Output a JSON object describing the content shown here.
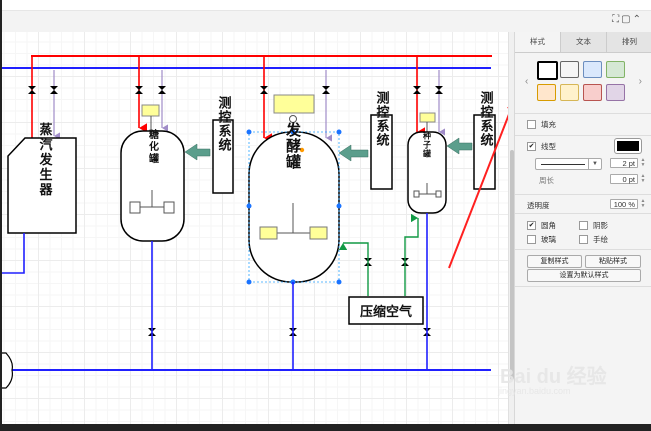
{
  "toolbar": {
    "icons": [
      "fullscreen-icon",
      "panel-toggle-icon",
      "collapse-icon"
    ],
    "icon_glyphs": "⛶▢⌃"
  },
  "panel": {
    "tabs": [
      {
        "label": "样式",
        "active": true
      },
      {
        "label": "文本",
        "active": false
      },
      {
        "label": "排列",
        "active": false
      }
    ],
    "swatches": [
      "#ffffff",
      "#f5f5f5",
      "#dae8fc",
      "#d5e8d4",
      "#ffe6cc",
      "#fff2cc",
      "#f8cecc",
      "#e1d5e7"
    ],
    "swatch_borders": [
      "#000000",
      "#666666",
      "#6c8ebf",
      "#82b366",
      "#d79b00",
      "#d6b656",
      "#b85450",
      "#9673a6"
    ],
    "fill": {
      "label": "填充",
      "checked": false
    },
    "line": {
      "label": "线型",
      "checked": true,
      "color": "#000000",
      "width": "2 pt"
    },
    "perimeter": {
      "label": "周长",
      "value": "0 pt"
    },
    "opacity": {
      "label": "透明度",
      "value": "100 %"
    },
    "options": [
      {
        "label": "圆角",
        "checked": true
      },
      {
        "label": "阴影",
        "checked": false
      },
      {
        "label": "玻璃",
        "checked": false
      },
      {
        "label": "手绘",
        "checked": false
      }
    ],
    "buttons": {
      "copy_style": "复制样式",
      "paste_style": "粘贴样式",
      "set_default": "设置为默认样式"
    }
  },
  "diagram": {
    "steam_generator": "蒸汽发生器",
    "saccharification_tank": "糖化罐",
    "fermentation_tank": "发酵罐",
    "seed_tank": "种子罐",
    "control_system": "测控系统",
    "compressed_air": "压缩空气",
    "colors": {
      "steam": "#ff0000",
      "water": "#0000ff",
      "exhaust": "#a08cc8",
      "air": "#119944",
      "control_arrow": "#5b9e8c",
      "sensor": "#ffff99"
    }
  },
  "watermark": {
    "brand": "Bai du 经验",
    "url": "jingyan.baidu.com"
  }
}
